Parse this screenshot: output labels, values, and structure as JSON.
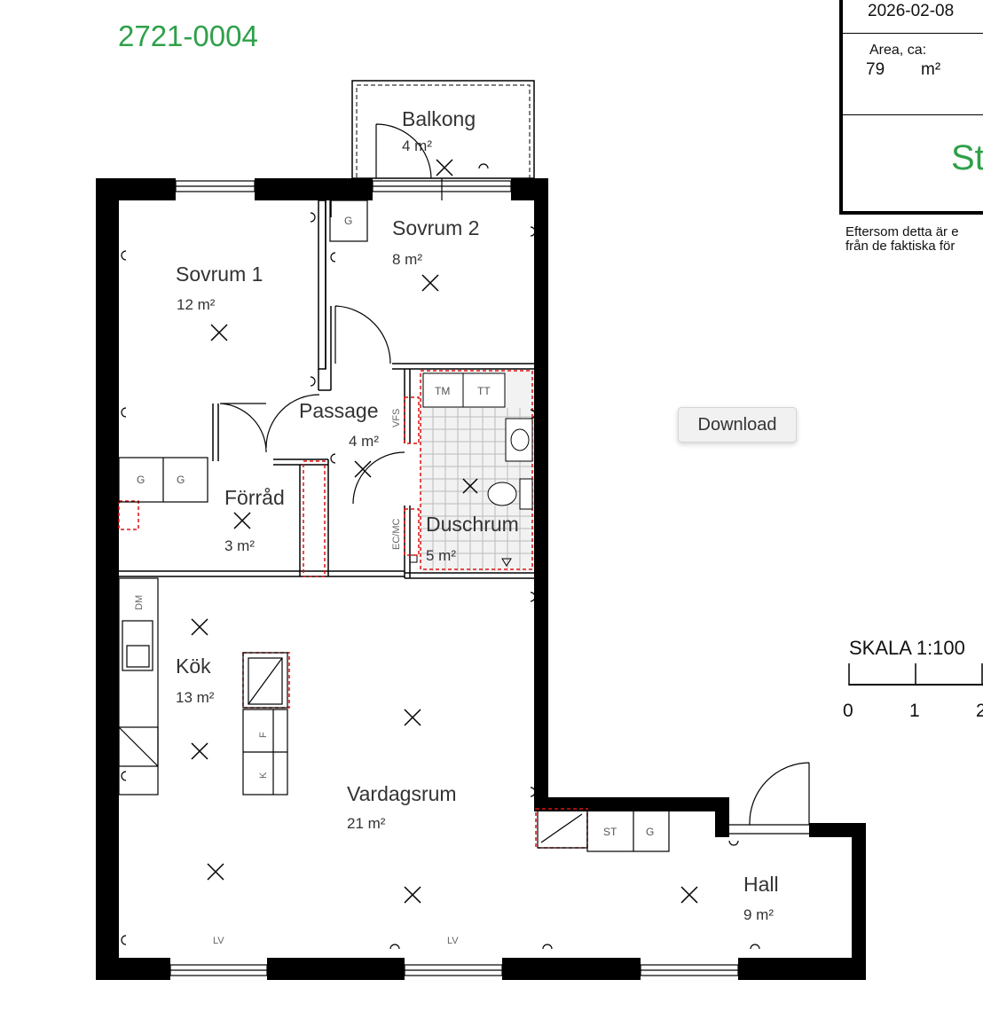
{
  "apartment_id": "2721-0004",
  "info": {
    "date": "2026-02-08",
    "area_label": "Area, ca:",
    "area_value": "79",
    "area_unit": "m²",
    "brand_partial": "St",
    "disclaimer_line1": "Eftersom detta är e",
    "disclaimer_line2": "från de faktiska för"
  },
  "download_button": "Download",
  "scale": {
    "title": "SKALA 1:100",
    "ticks": [
      "0",
      "1",
      "2"
    ]
  },
  "rooms": [
    {
      "name": "Balkong",
      "area": "4 m²"
    },
    {
      "name": "Sovrum 2",
      "area": "8 m²"
    },
    {
      "name": "Sovrum 1",
      "area": "12 m²"
    },
    {
      "name": "Passage",
      "area": "4 m²"
    },
    {
      "name": "Förråd",
      "area": "3 m²"
    },
    {
      "name": "Duschrum",
      "area": "5 m²"
    },
    {
      "name": "Kök",
      "area": "13 m²"
    },
    {
      "name": "Vardagsrum",
      "area": "21 m²"
    },
    {
      "name": "Hall",
      "area": "9 m²"
    }
  ],
  "fixture_labels": {
    "g": "G",
    "tm": "TM",
    "tt": "TT",
    "vfs": "VFS",
    "ecmc": "EC/MC",
    "dm": "DM",
    "f": "F",
    "k": "K",
    "st": "ST",
    "lv": "LV"
  }
}
